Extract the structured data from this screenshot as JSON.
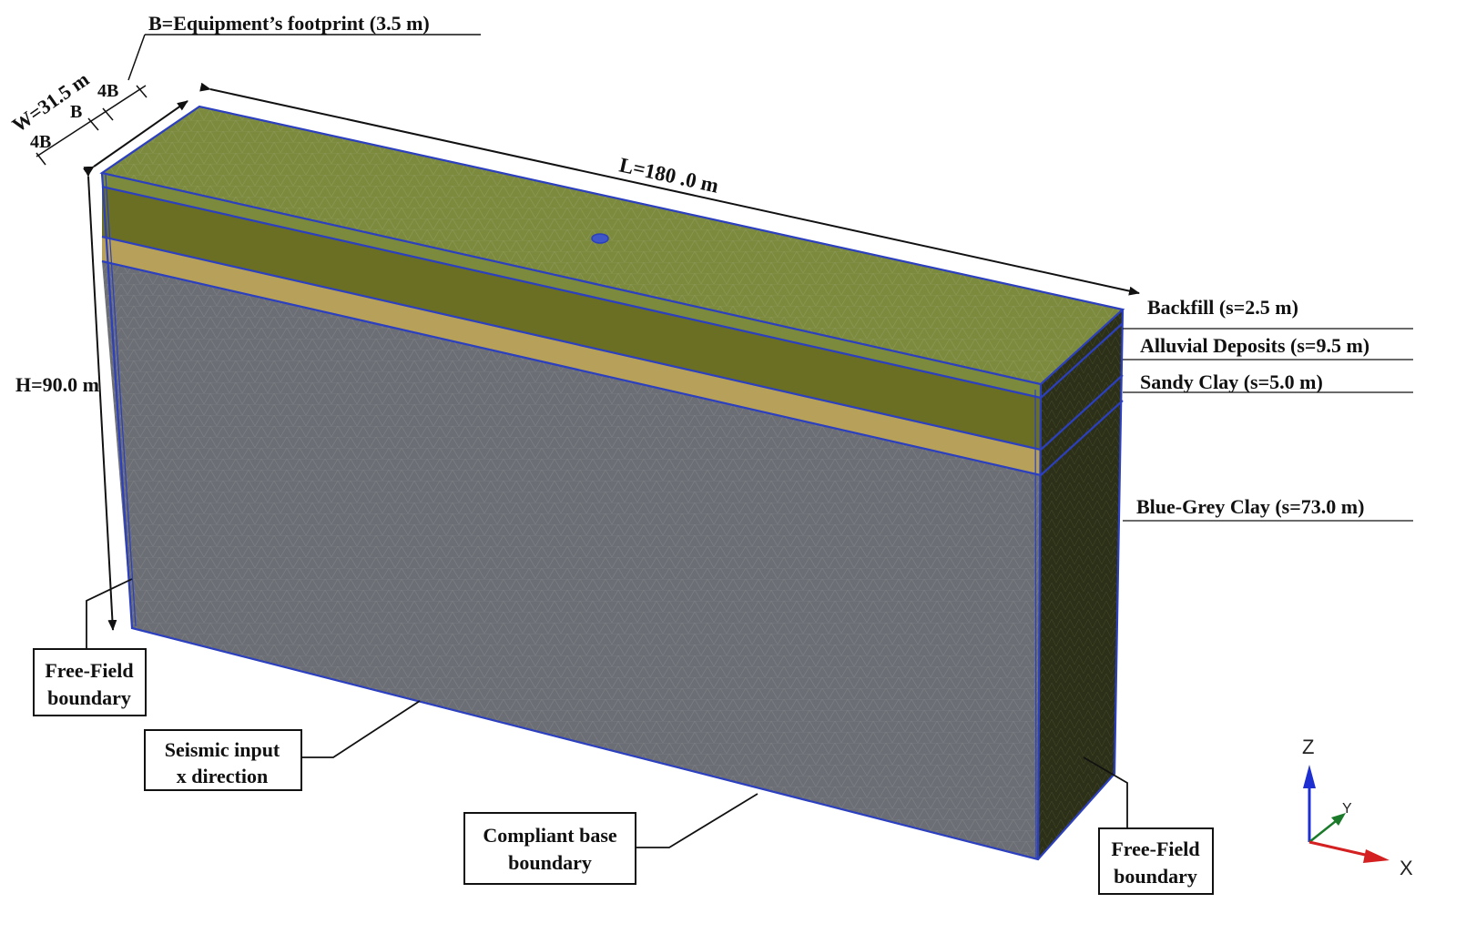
{
  "figure": {
    "footprint_label": "B=Equipment’s footprint (3.5 m)",
    "width_label": "W=31.5 m",
    "width_parts": [
      "4B",
      "B",
      "4B"
    ],
    "length_label": "L=180 .0 m",
    "height_label": "H=90.0 m",
    "layers": [
      {
        "label": "Backfill (s=2.5 m)",
        "color": "#7c8a3e"
      },
      {
        "label": "Alluvial Deposits  (s=9.5 m)",
        "color": "#6b6f24"
      },
      {
        "label": "Sandy Clay (s=5.0 m)",
        "color": "#b7a15a"
      },
      {
        "label": "Blue-Grey Clay  (s=73.0 m)",
        "color": "#6b6e74"
      }
    ],
    "callouts": {
      "free_field_left": [
        "Free-Field",
        "boundary"
      ],
      "seismic_input": [
        "Seismic input",
        "x direction"
      ],
      "compliant_base": [
        "Compliant base",
        "boundary"
      ],
      "free_field_right": [
        "Free-Field",
        "boundary"
      ]
    },
    "axes": {
      "z": "Z",
      "y": "Y",
      "x": "X"
    },
    "colors": {
      "edge": "#2b3fbf",
      "top_face": "#7c8a3e",
      "side_dark": "#2c3018",
      "axis_z": "#1d2fd0",
      "axis_y": "#1a7a2a",
      "axis_x": "#d42020"
    }
  }
}
